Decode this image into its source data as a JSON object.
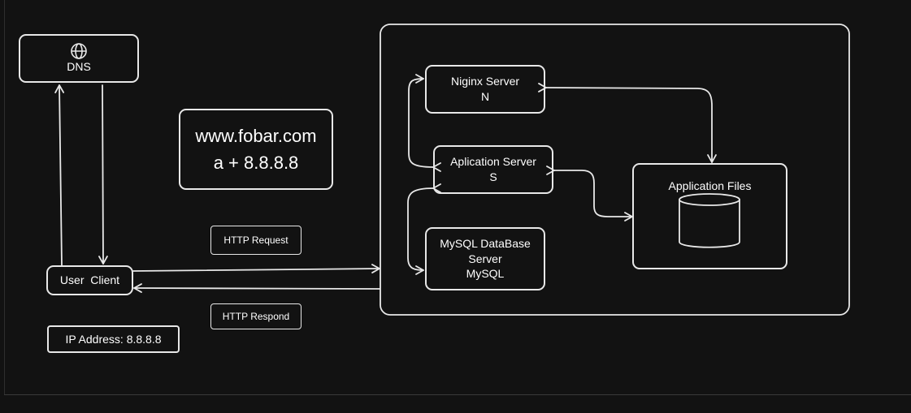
{
  "nodes": {
    "dns": {
      "label": "DNS",
      "icon": "globe-icon"
    },
    "domain_note": {
      "line1": "www.fobar.com",
      "line2": "a + 8.8.8.8"
    },
    "http_request": {
      "label": "HTTP Request"
    },
    "http_respond": {
      "label": "HTTP Respond"
    },
    "user_client": {
      "label": "User  Client"
    },
    "ip_address": {
      "label": "IP Address: 8.8.8.8"
    },
    "nginx": {
      "line1": "Niginx Server",
      "line2": "N"
    },
    "app_server": {
      "line1": "Aplication Server",
      "line2": "S"
    },
    "mysql": {
      "line1": "MySQL DataBase",
      "line2": "Server",
      "line3": "MySQL"
    },
    "app_files": {
      "label": "Application Files",
      "icon": "database-cylinder-icon"
    }
  },
  "colors": {
    "background": "#121212",
    "stroke": "#e8e8e8",
    "text": "#ffffff"
  }
}
